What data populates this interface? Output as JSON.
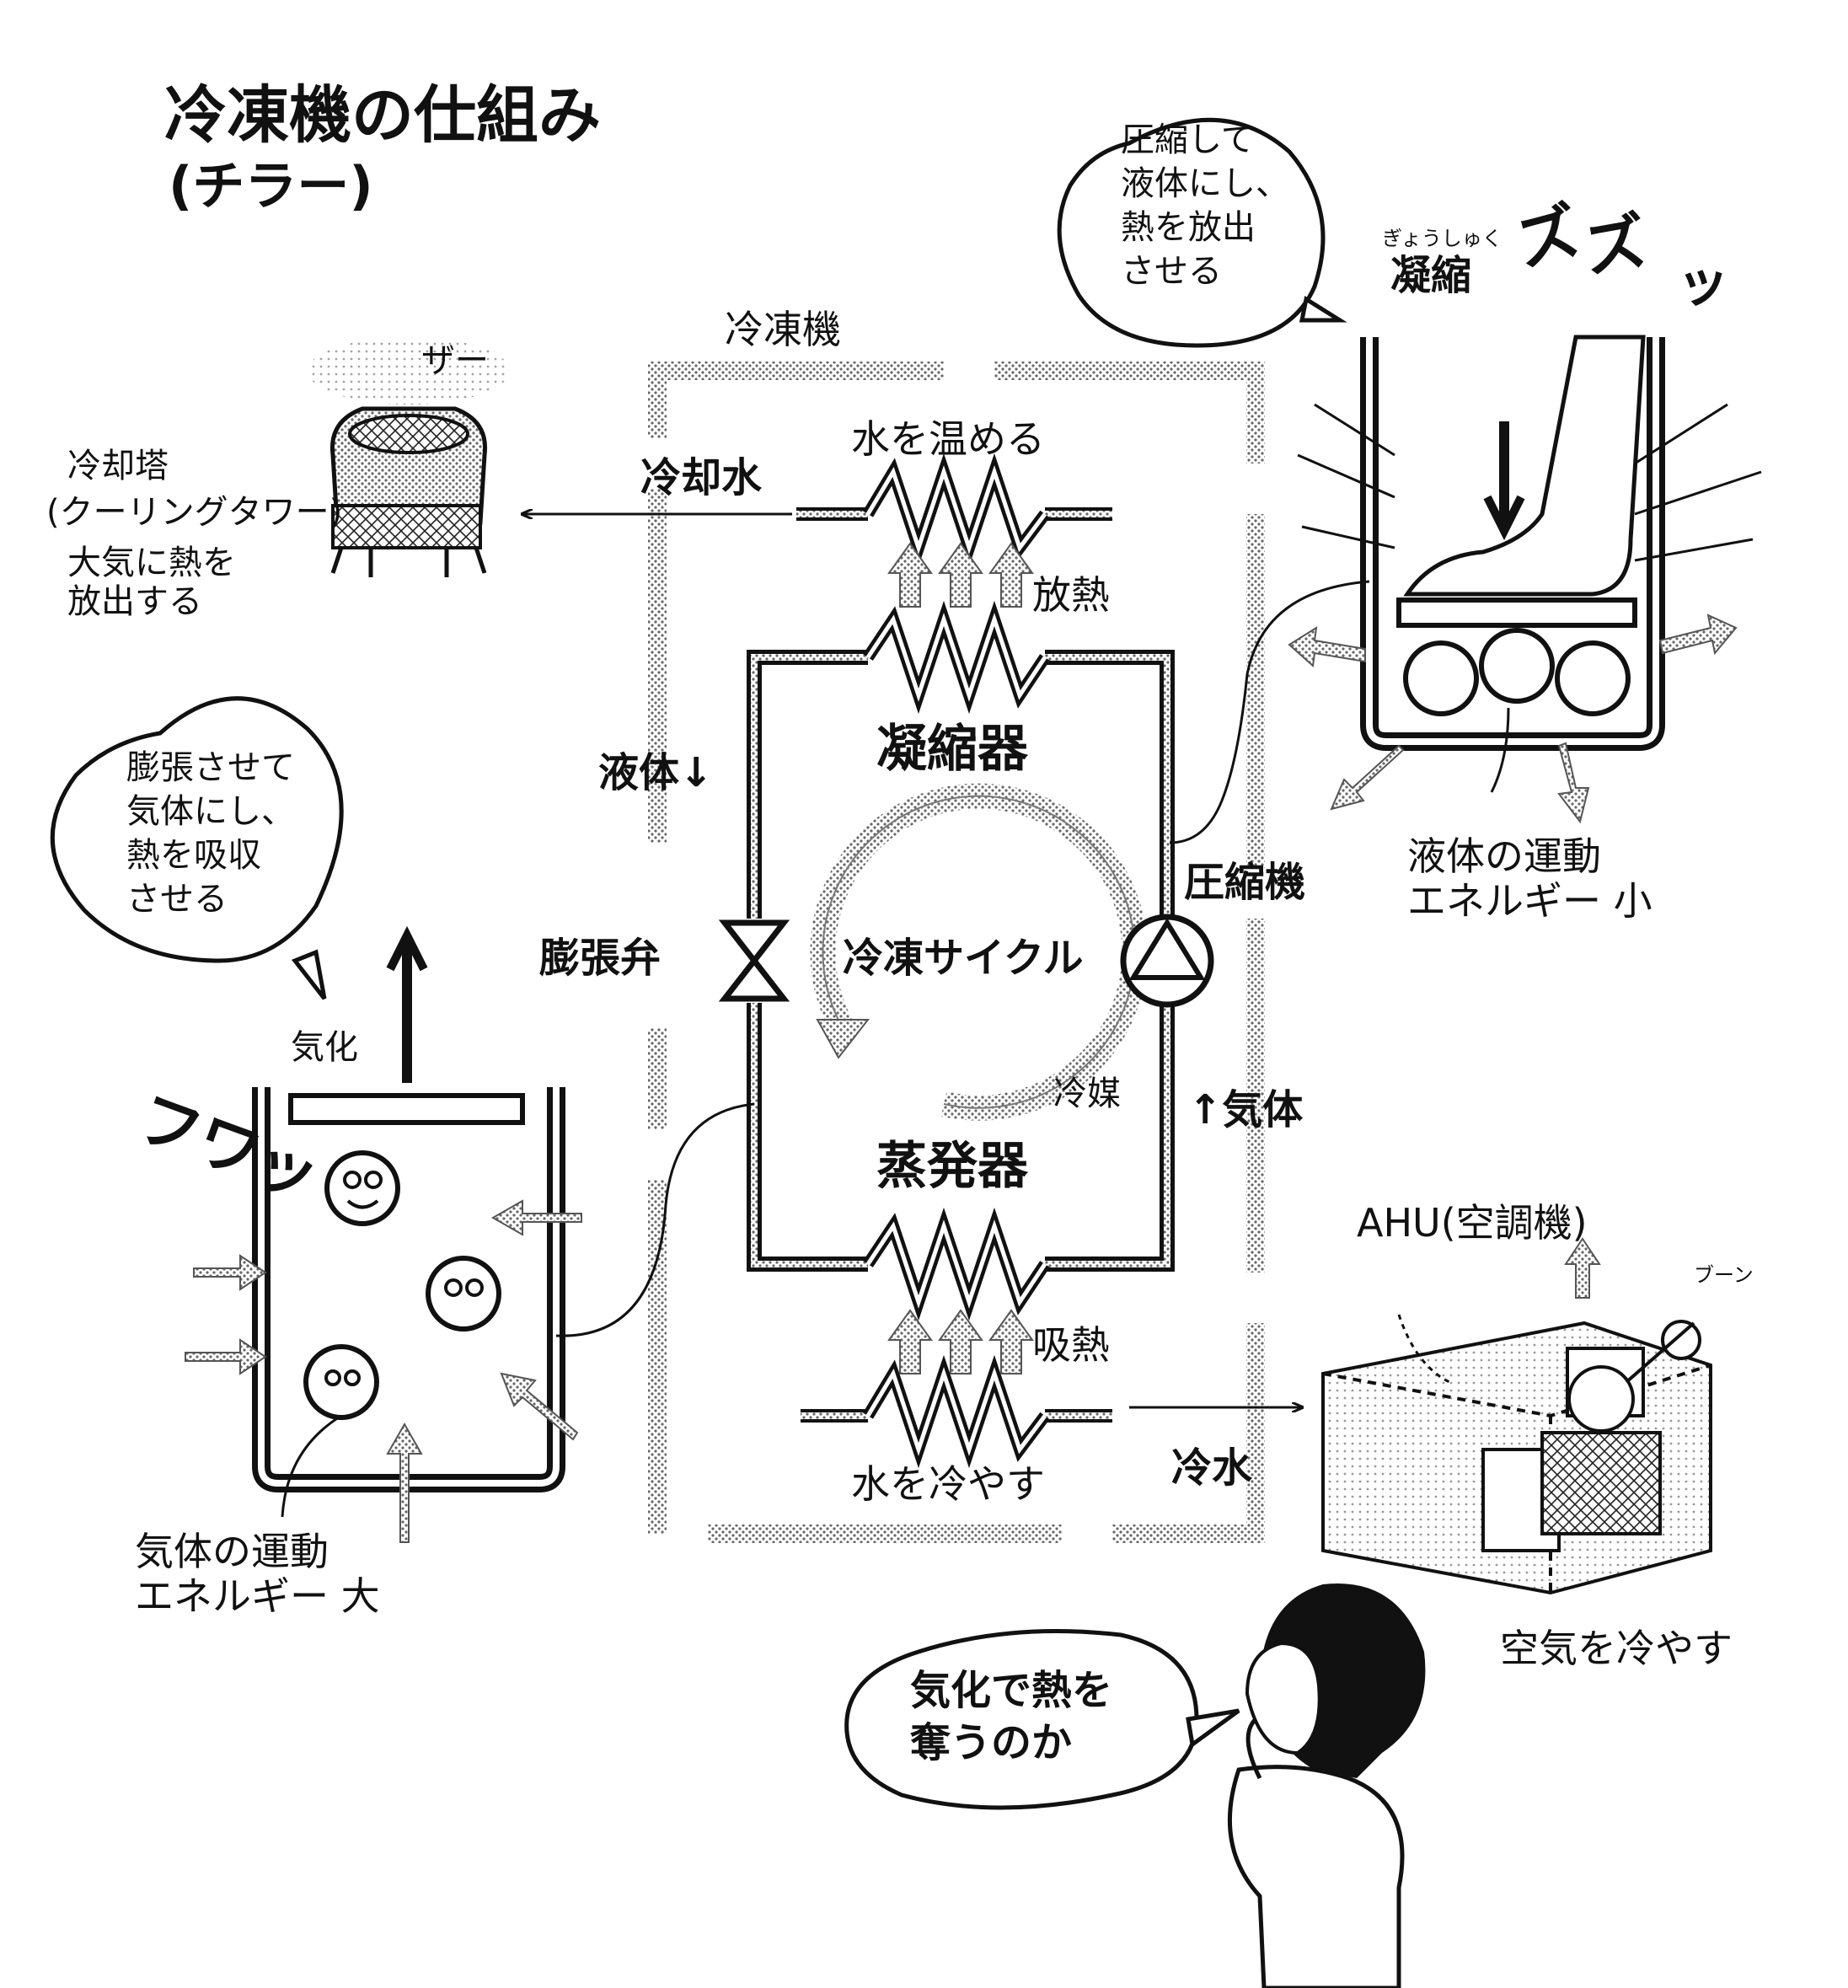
{
  "title": "冷凍機の仕組み",
  "subtitle": "(チラー)",
  "frame_label": "冷凍機",
  "cycle_label": "冷凍サイクル",
  "components": {
    "condenser": "凝縮器",
    "evaporator": "蒸発器",
    "compressor": "圧縮機",
    "expansion_valve": "膨張弁"
  },
  "flow_labels": {
    "liquid_down": "液体↓",
    "gas_up": "↑気体",
    "refrigerant": "冷媒",
    "heat_release": "放熱",
    "heat_absorb": "吸熱",
    "warm_water": "水を温める",
    "cool_water": "水を冷やす",
    "cooling_water": "冷却水",
    "chilled_water": "冷水"
  },
  "cooling_tower": {
    "name": "冷却塔",
    "sub": "(クーリングタワー)",
    "desc": "大気に熱を\n放出する",
    "sfx": "ザー"
  },
  "bubbles": {
    "expand": "膨張させて\n気体にし、\n熱を吸収\nさせる",
    "compress": "圧縮して\n液体にし、\n熱を放出\nさせる",
    "character": "気化で熱を\n奪うのか"
  },
  "condensation": {
    "label": "凝縮",
    "ruby": "ぎょうしゅく",
    "sfx1": "ズ",
    "sfx2": "ズ",
    "sfx3": "ッ"
  },
  "evaporation": {
    "label": "気化",
    "sfx": "フワッ"
  },
  "molecules": {
    "gas_energy": "気体の運動\nエネルギー 大",
    "liquid_energy": "液体の運動\nエネルギー 小"
  },
  "ahu": {
    "name": "AHU(空調機)",
    "desc": "空気を冷やす",
    "sfx": "ブーン"
  }
}
